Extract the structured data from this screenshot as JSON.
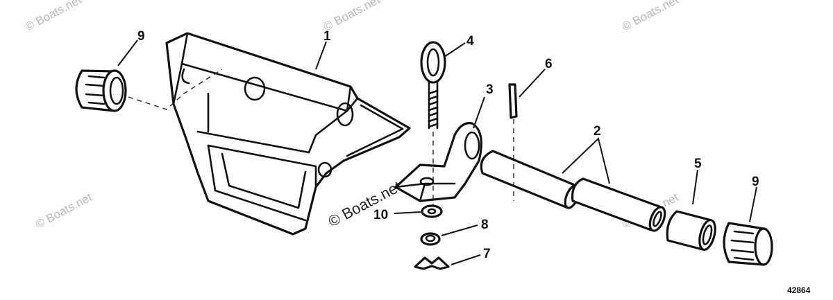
{
  "watermark": "© Boats.net",
  "figure_number": "42864",
  "callouts": [
    "1",
    "2",
    "3",
    "4",
    "5",
    "6",
    "7",
    "8",
    "9",
    "9",
    "10"
  ]
}
